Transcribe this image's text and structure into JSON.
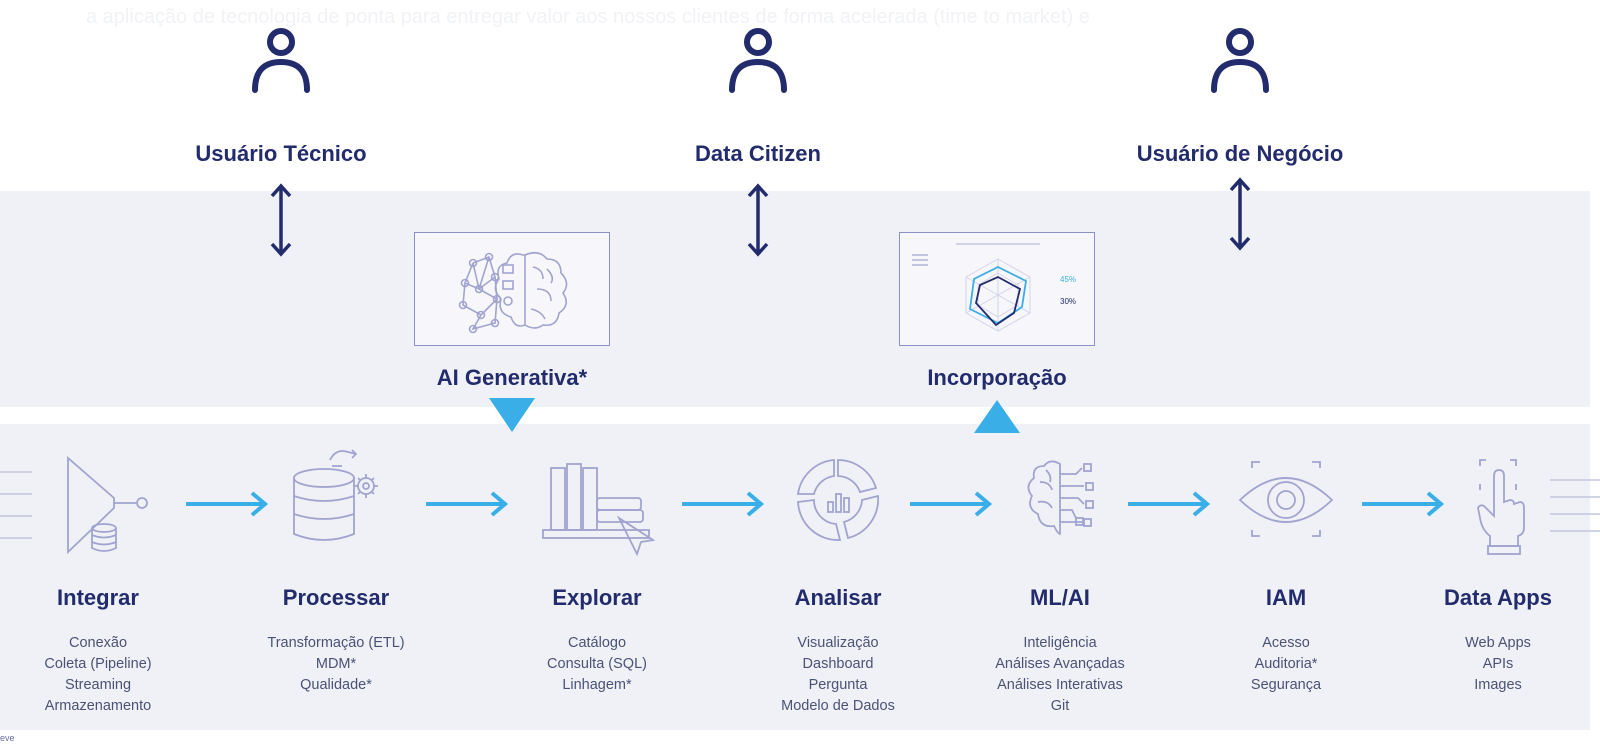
{
  "faded_text": "a aplicação de tecnologia de ponta para entregar valor aos nossos clientes de forma acelerada (time to market) e",
  "personas": [
    {
      "label": "Usuário Técnico",
      "icon": "person-icon"
    },
    {
      "label": "Data Citizen",
      "icon": "person-icon"
    },
    {
      "label": "Usuário de Negócio",
      "icon": "person-icon"
    }
  ],
  "features": [
    {
      "label": "AI Generativa*",
      "icon": "brain-network-icon",
      "direction": "down"
    },
    {
      "label": "Incorporação",
      "icon": "radar-chart-icon",
      "direction": "up"
    }
  ],
  "radar_labels": [
    "45%",
    "30%"
  ],
  "steps": [
    {
      "title": "Integrar",
      "icon": "funnel-database-icon",
      "items": [
        "Conexão",
        "Coleta (Pipeline)",
        "Streaming",
        "Armazenamento"
      ]
    },
    {
      "title": "Processar",
      "icon": "database-gear-icon",
      "items": [
        "Transformação (ETL)",
        "MDM*",
        "Qualidade*"
      ]
    },
    {
      "title": "Explorar",
      "icon": "books-cursor-icon",
      "items": [
        "Catálogo",
        "Consulta (SQL)",
        "Linhagem*"
      ]
    },
    {
      "title": "Analisar",
      "icon": "donut-chart-icon",
      "items": [
        "Visualização",
        "Dashboard",
        "Pergunta",
        "Modelo de Dados"
      ]
    },
    {
      "title": "ML/AI",
      "icon": "brain-circuit-icon",
      "items": [
        "Inteligência",
        "Análises Avançadas",
        "Análises Interativas",
        "Git"
      ]
    },
    {
      "title": "IAM",
      "icon": "eye-scan-icon",
      "items": [
        "Acesso",
        "Auditoria*",
        "Segurança"
      ]
    },
    {
      "title": "Data Apps",
      "icon": "hand-touch-icon",
      "items": [
        "Web Apps",
        "APIs",
        "Images"
      ]
    }
  ],
  "footer_tiny": "eve",
  "colors": {
    "navy": "#222b6c",
    "accent": "#3aaee6",
    "band": "#f0f1f6",
    "icon_line": "#8a8fc6"
  }
}
